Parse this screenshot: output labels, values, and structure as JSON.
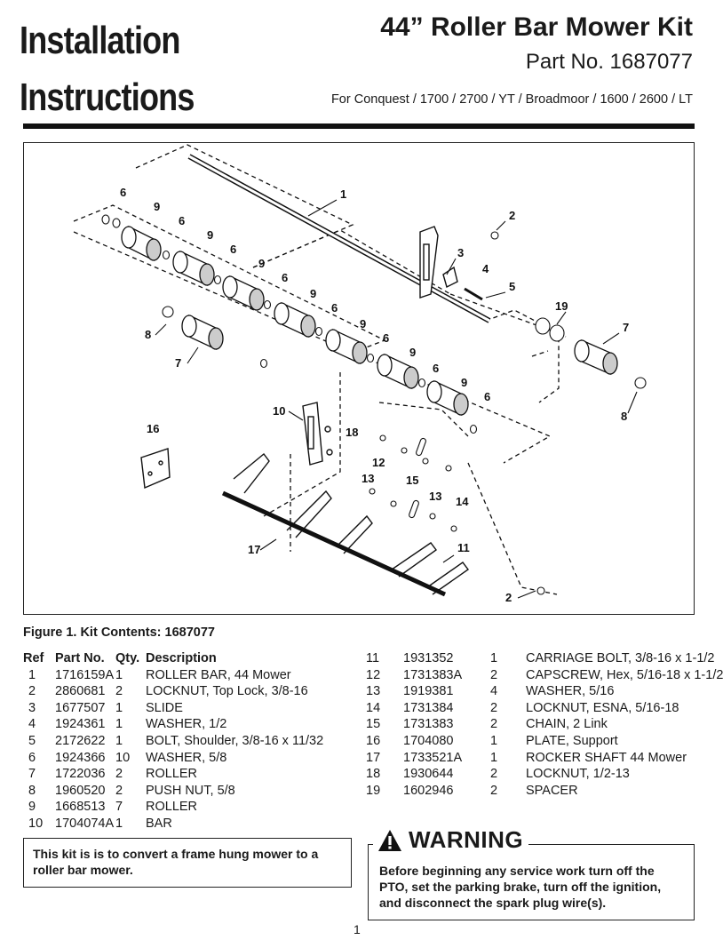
{
  "header": {
    "title_line1": "Installation",
    "title_line2": "Instructions",
    "kit_title": "44” Roller Bar Mower Kit",
    "part_no": "Part No. 1687077",
    "models": "For Conquest / 1700 / 2700 / YT / Broadmoor / 1600 / 2600 / LT"
  },
  "figure": {
    "callouts": [
      "1",
      "2",
      "3",
      "4",
      "5",
      "6",
      "6",
      "6",
      "6",
      "6",
      "6",
      "6",
      "6",
      "7",
      "7",
      "8",
      "8",
      "9",
      "9",
      "9",
      "9",
      "9",
      "9",
      "9",
      "10",
      "11",
      "12",
      "13",
      "13",
      "14",
      "15",
      "16",
      "17",
      "18",
      "19",
      "2"
    ]
  },
  "caption": "Figure 1.  Kit Contents: 1687077",
  "parts": {
    "headers": {
      "ref": "Ref",
      "part": "Part No.",
      "qty": "Qty.",
      "desc": "Description"
    },
    "left": [
      {
        "ref": "1",
        "part": "1716159A",
        "qty": "1",
        "desc": "ROLLER BAR, 44 Mower"
      },
      {
        "ref": "2",
        "part": "2860681",
        "qty": "2",
        "desc": "LOCKNUT, Top Lock, 3/8-16"
      },
      {
        "ref": "3",
        "part": "1677507",
        "qty": "1",
        "desc": "SLIDE"
      },
      {
        "ref": "4",
        "part": "1924361",
        "qty": "1",
        "desc": "WASHER, 1/2"
      },
      {
        "ref": "5",
        "part": "2172622",
        "qty": "1",
        "desc": "BOLT, Shoulder, 3/8-16 x 11/32"
      },
      {
        "ref": "6",
        "part": "1924366",
        "qty": "10",
        "desc": "WASHER, 5/8"
      },
      {
        "ref": "7",
        "part": "1722036",
        "qty": "2",
        "desc": "ROLLER"
      },
      {
        "ref": "8",
        "part": "1960520",
        "qty": "2",
        "desc": "PUSH NUT, 5/8"
      },
      {
        "ref": "9",
        "part": "1668513",
        "qty": "7",
        "desc": "ROLLER"
      },
      {
        "ref": "10",
        "part": "1704074A",
        "qty": "1",
        "desc": "BAR"
      }
    ],
    "right": [
      {
        "ref": "11",
        "part": "1931352",
        "qty": "1",
        "desc": "CARRIAGE BOLT, 3/8-16 x 1-1/2"
      },
      {
        "ref": "12",
        "part": "1731383A",
        "qty": "2",
        "desc": "CAPSCREW, Hex, 5/16-18 x 1-1/2"
      },
      {
        "ref": "13",
        "part": "1919381",
        "qty": "4",
        "desc": "WASHER, 5/16"
      },
      {
        "ref": "14",
        "part": "1731384",
        "qty": "2",
        "desc": "LOCKNUT, ESNA, 5/16-18"
      },
      {
        "ref": "15",
        "part": "1731383",
        "qty": "2",
        "desc": "CHAIN, 2 Link"
      },
      {
        "ref": "16",
        "part": "1704080",
        "qty": "1",
        "desc": "PLATE, Support"
      },
      {
        "ref": "17",
        "part": "1733521A",
        "qty": "1",
        "desc": "ROCKER SHAFT 44 Mower"
      },
      {
        "ref": "18",
        "part": "1930644",
        "qty": "2",
        "desc": "LOCKNUT, 1/2-13"
      },
      {
        "ref": "19",
        "part": "1602946",
        "qty": "2",
        "desc": "SPACER"
      }
    ]
  },
  "note": "This kit is is to convert a frame hung mower to a roller bar mower.",
  "warning": {
    "icon": "warning-triangle-icon",
    "title": "WARNING",
    "text": "Before beginning any service work turn off the PTO, set the parking brake, turn off the ignition, and disconnect the spark plug wire(s)."
  },
  "page_number": "1"
}
